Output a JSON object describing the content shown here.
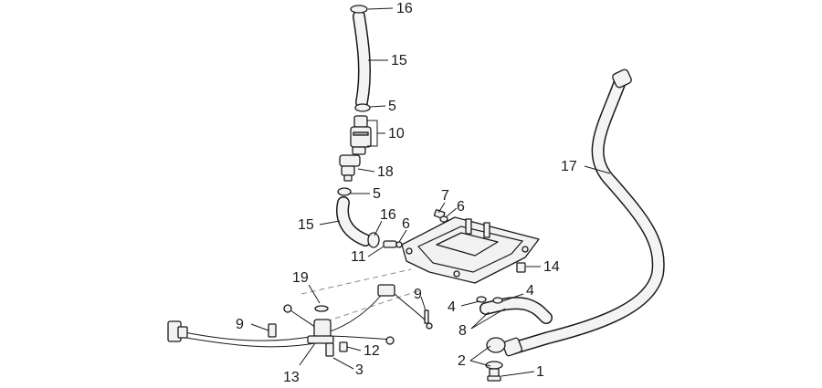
{
  "callouts": [
    {
      "id": "c16a",
      "label": "16"
    },
    {
      "id": "c15a",
      "label": "15"
    },
    {
      "id": "c5a",
      "label": "5"
    },
    {
      "id": "c10",
      "label": "10"
    },
    {
      "id": "c18",
      "label": "18"
    },
    {
      "id": "c5b",
      "label": "5"
    },
    {
      "id": "c15b",
      "label": "15"
    },
    {
      "id": "c16b",
      "label": "16"
    },
    {
      "id": "c6a",
      "label": "6"
    },
    {
      "id": "c11",
      "label": "11"
    },
    {
      "id": "c7",
      "label": "7"
    },
    {
      "id": "c6b",
      "label": "6"
    },
    {
      "id": "c14",
      "label": "14"
    },
    {
      "id": "c17",
      "label": "17"
    },
    {
      "id": "c19",
      "label": "19"
    },
    {
      "id": "c9a",
      "label": "9"
    },
    {
      "id": "c9b",
      "label": "9"
    },
    {
      "id": "c12",
      "label": "12"
    },
    {
      "id": "c13",
      "label": "13"
    },
    {
      "id": "c3",
      "label": "3"
    },
    {
      "id": "c4a",
      "label": "4"
    },
    {
      "id": "c4b",
      "label": "4"
    },
    {
      "id": "c8",
      "label": "8"
    },
    {
      "id": "c2",
      "label": "2"
    },
    {
      "id": "c1",
      "label": "1"
    }
  ]
}
